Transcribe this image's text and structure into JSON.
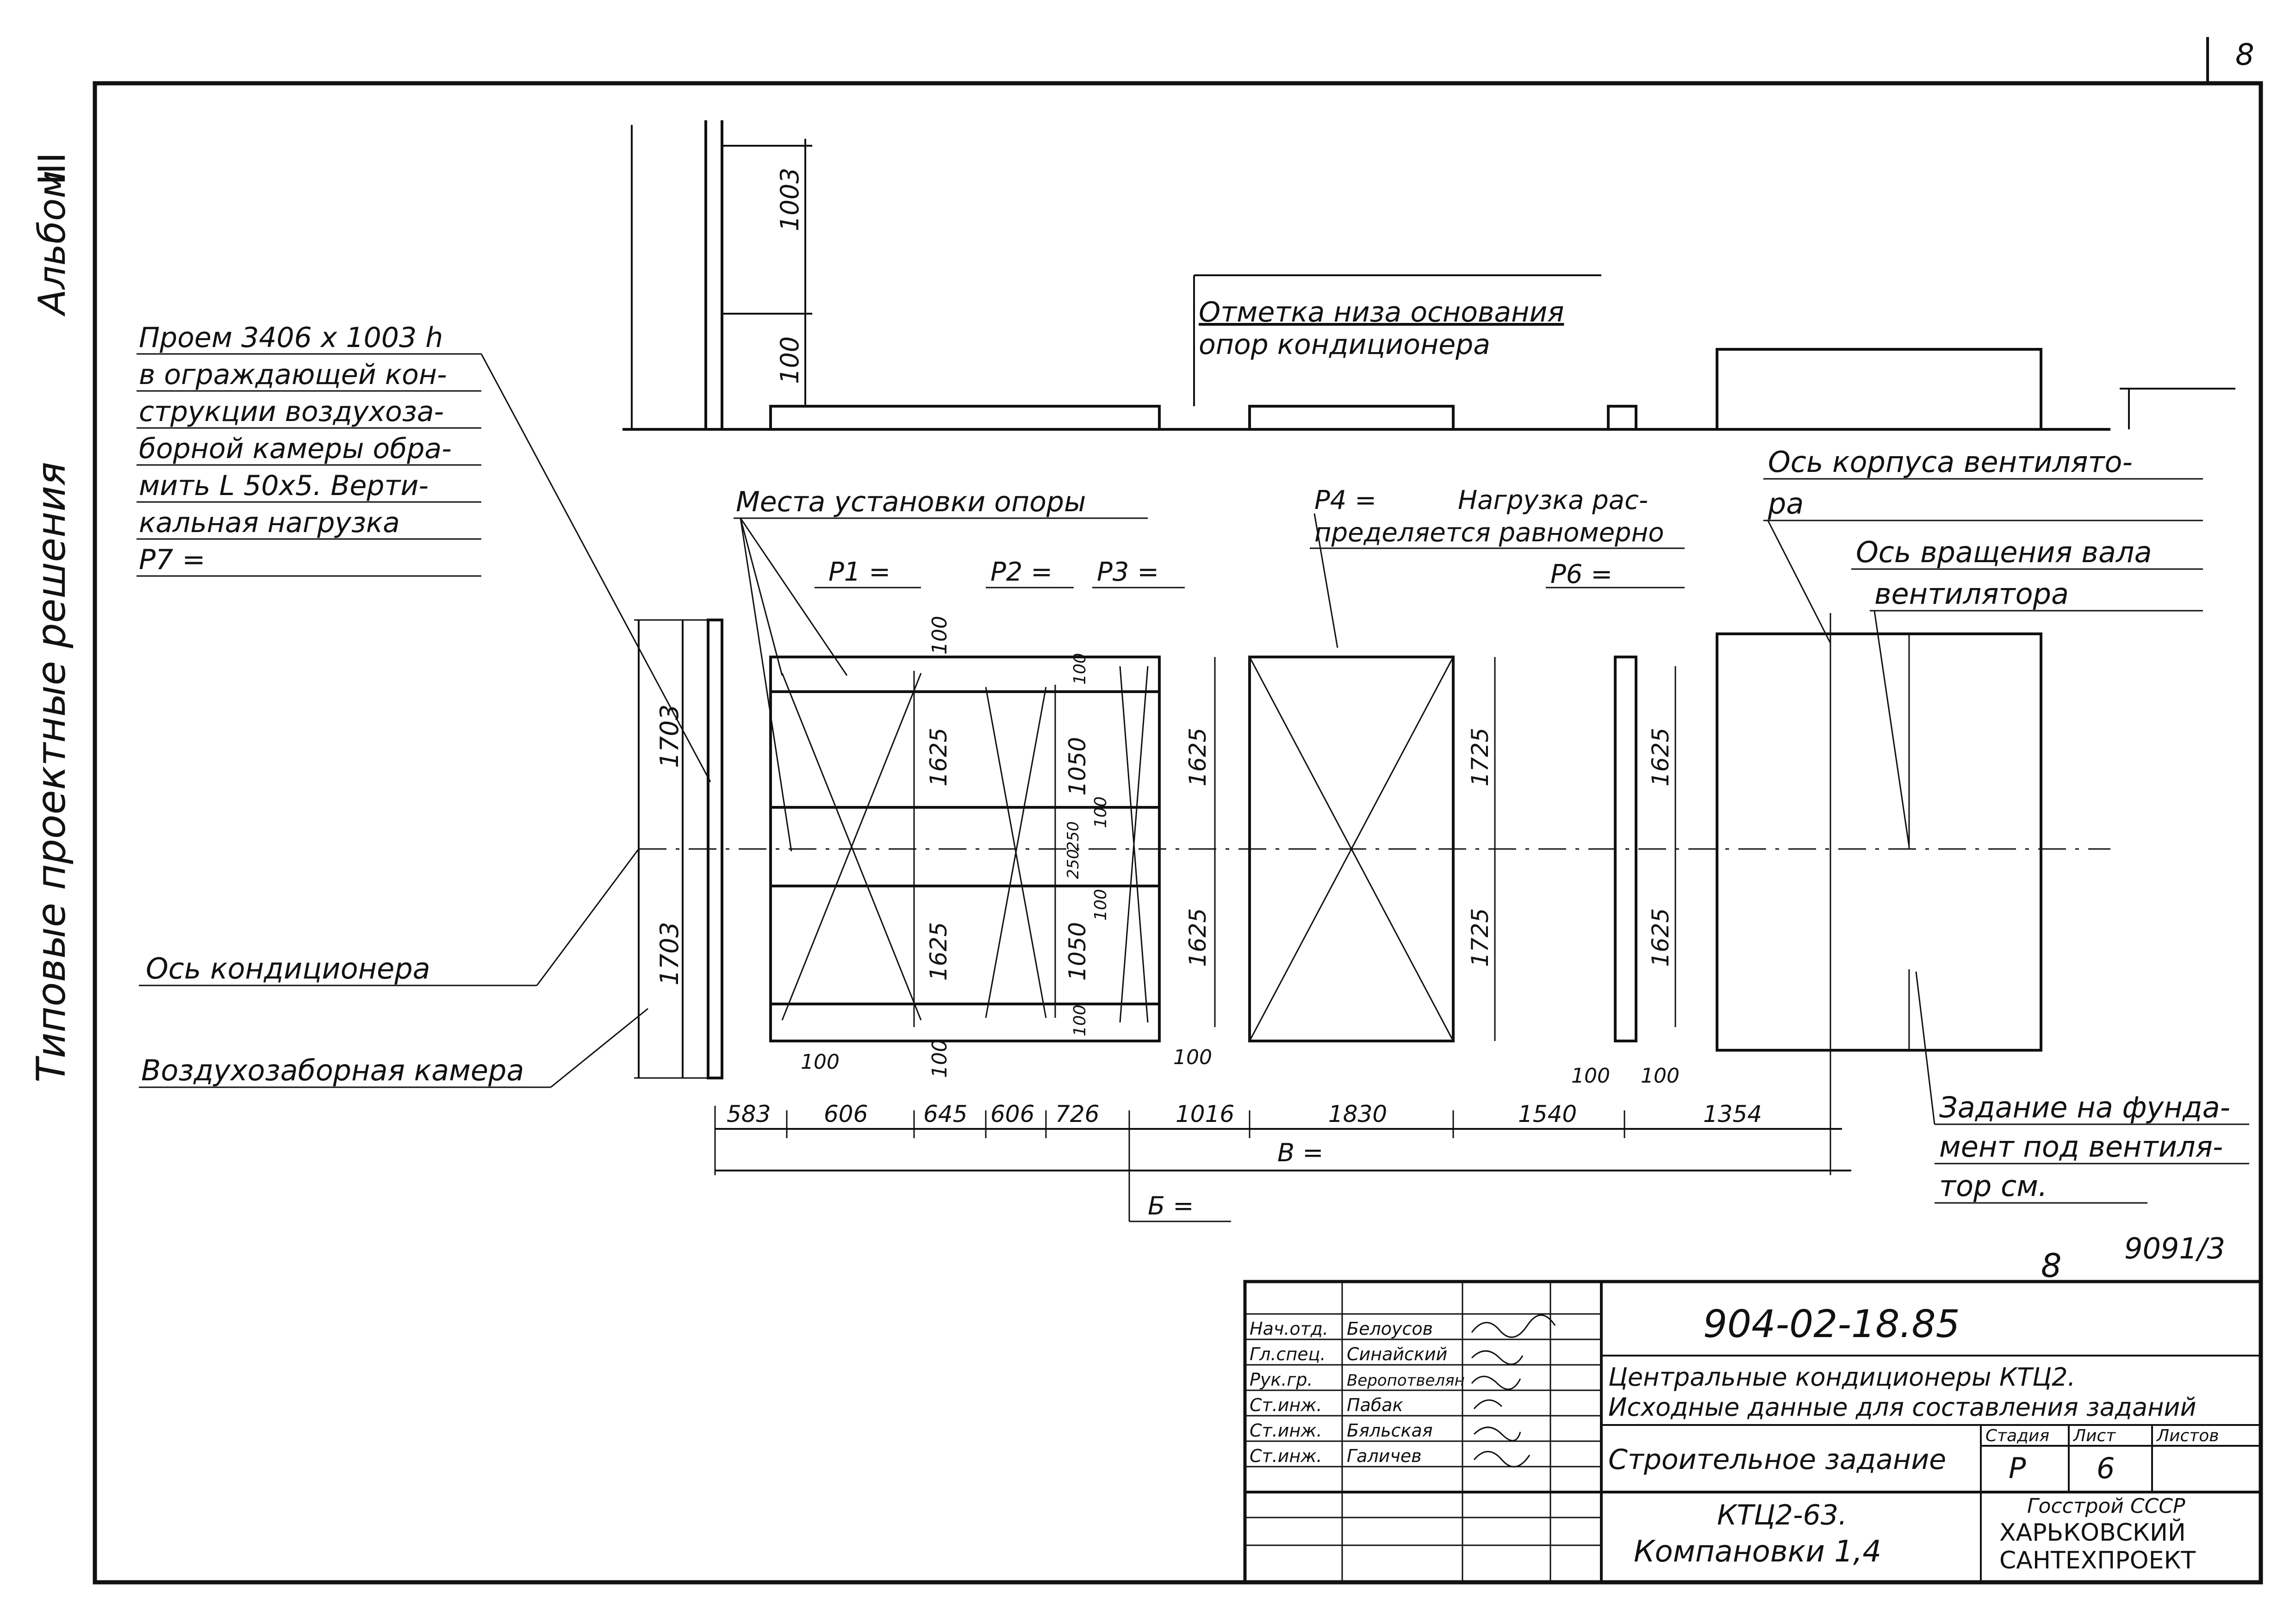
{
  "sheet": {
    "page_number": "8",
    "album_label": "Альбом",
    "album_number": "III",
    "series_label": "Типовые проектные решения",
    "archive_number": "9091/3",
    "archive_sheet": "8"
  },
  "notes": {
    "opening": [
      "Проем 3406 x 1003 h",
      "в ограждающей кон-",
      "струкции воздухоза-",
      "борной камеры обра-",
      "мить L 50x5. Верти-",
      "кальная нагрузка",
      "P7 ="
    ],
    "base_mark": [
      "Отметка низа основания",
      "опор кондиционера"
    ],
    "support_places": "Места установки опоры",
    "p1": "P1 =",
    "p2": "P2 =",
    "p3": "P3 =",
    "p4": "P4 =",
    "p6": "P6 =",
    "distributed": [
      "Нагрузка рас-",
      "пределяется равномерно"
    ],
    "fan_housing_axis": [
      "Ось корпуса вентилято-",
      "ра"
    ],
    "fan_shaft_axis": [
      "Ось вращения вала",
      "вентилятора"
    ],
    "conditioner_axis": "Ось кондиционера",
    "intake_chamber": "Воздухозаборная камера",
    "foundation_task": [
      "Задание на фунда-",
      "мент под вентиля-",
      "тор см."
    ],
    "b_label": "Б =",
    "v_label": "В ="
  },
  "dimensions": {
    "elev_1003": "1003",
    "elev_100": "100",
    "left_1703_top": "1703",
    "left_1703_bottom": "1703",
    "s1_1625_top": "1625",
    "s1_1625_bottom": "1625",
    "s1_100_top": "100",
    "s1_100_bottom": "100",
    "s1_100_left": "100",
    "s2_1050_top": "1050",
    "s2_1050_bottom": "1050",
    "s2_100_top": "100",
    "s2_100_bottom": "100",
    "s2_100_mid": "100",
    "s2_250_a": "250",
    "s2_250_b": "250",
    "s2_100_mid2": "100",
    "s3_1625_top": "1625",
    "s3_1625_bottom": "1625",
    "s3_100_right": "100",
    "s4_1725_top": "1725",
    "s4_1725_bottom": "1725",
    "s5_1625_top": "1625",
    "s5_1625_bottom": "1625",
    "s5_100_a": "100",
    "s5_100_b": "100",
    "bottom_chain": [
      "583",
      "606",
      "645",
      "606",
      "726",
      "1016",
      "1830",
      "1540",
      "1354"
    ]
  },
  "title_block": {
    "doc_number": "904-02-18.85",
    "roles": [
      "Нач.отд.",
      "Гл.спец.",
      "Рук.гр.",
      "Ст.инж.",
      "Ст.инж.",
      "Ст.инж."
    ],
    "names": [
      "Белоусов",
      "Синайский",
      "Веропотвелян",
      "Пабак",
      "Бяльская",
      "Галичев"
    ],
    "title_line1": "Центральные кондиционеры КТЦ2.",
    "title_line2": "Исходные данные для составления заданий",
    "section_title": "Строительное задание",
    "stage_header": "Стадия",
    "sheet_header": "Лист",
    "sheets_header": "Листов",
    "stage_value": "Р",
    "sheet_value": "6",
    "subject_line1": "КТЦ2-63.",
    "subject_line2": "Компановки 1,4",
    "org_line1": "Госстрой СССР",
    "org_line2": "ХАРЬКОВСКИЙ",
    "org_line3": "САНТЕХПРОЕКТ"
  }
}
